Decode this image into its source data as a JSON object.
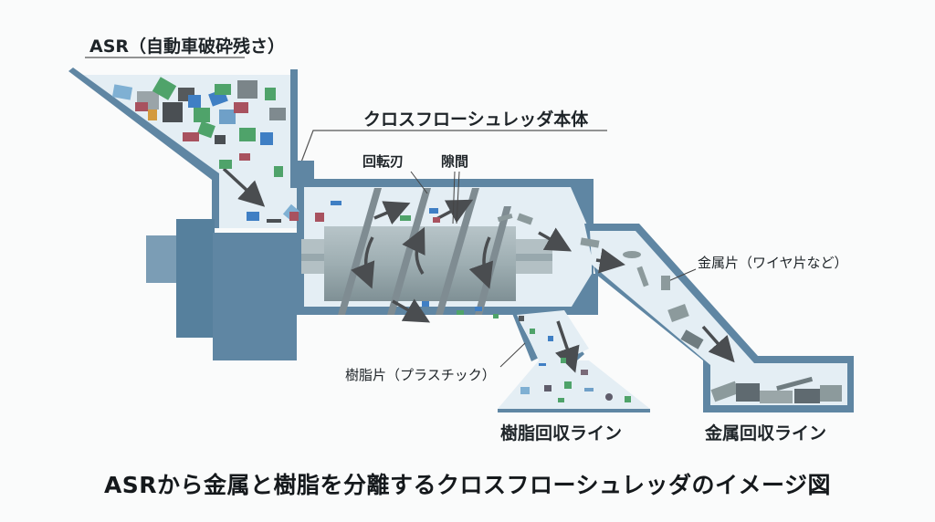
{
  "labels": {
    "asr": "ASR（自動車破砕残さ）",
    "shredder_body": "クロスフローシュレッダ本体",
    "rotating_blade": "回転刃",
    "gap": "隙間",
    "metal_pieces": "金属片（ワイヤ片など）",
    "resin_pieces": "樹脂片（プラスチック）",
    "resin_line": "樹脂回収ライン",
    "metal_line": "金属回収ライン"
  },
  "caption": "ASRから金属と樹脂を分離するクロスフローシュレッダのイメージ図",
  "colors": {
    "wall": "#5f86a3",
    "wall_dark": "#4f7896",
    "interior": "#e4eef4",
    "rotor": "#9aaab0",
    "blade": "#7d8a90",
    "arrow": "#4a4d50",
    "plastic_green": "#4fa36a",
    "plastic_blue": "#3f7fc4",
    "plastic_red": "#a8525f",
    "metal_gray": "#8c9a9c"
  }
}
